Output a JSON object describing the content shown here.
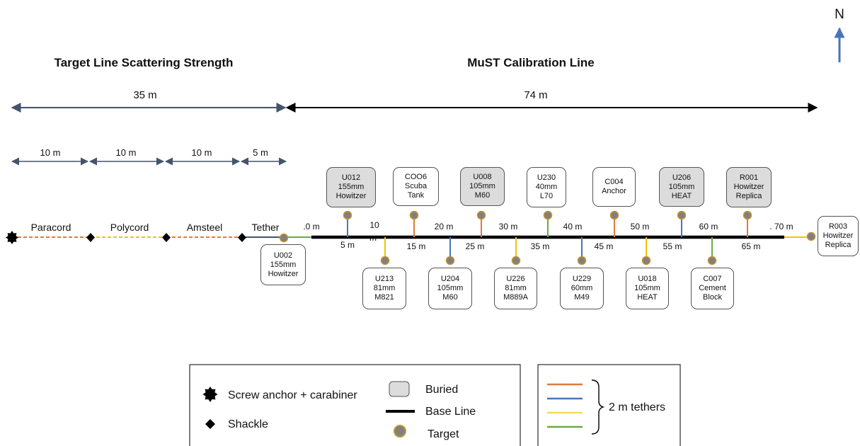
{
  "north_label": "N",
  "sections": [
    {
      "title": "Target Line Scattering Strength",
      "length": "35 m"
    },
    {
      "title": "MuST Calibration  Line",
      "length": "74 m"
    }
  ],
  "segment_lengths": [
    "10 m",
    "10 m",
    "10 m",
    "5 m"
  ],
  "line_segments": [
    "Paracord",
    "Polycord",
    "Amsteel",
    "Tether"
  ],
  "distance_labels_top": [
    ".0 m",
    "10",
    "20 m",
    "30 m",
    "40 m",
    "50 m",
    "60 m",
    ". 70 m"
  ],
  "distance_labels_bottom": [
    "5 m",
    "15 m",
    "25 m",
    "35 m",
    "45 m",
    "55 m",
    "65 m"
  ],
  "stray_label": "m",
  "targets_top": [
    {
      "lines": [
        "U012",
        "155mm",
        "Howitzer"
      ],
      "buried": true,
      "tether": "#4a74b8"
    },
    {
      "lines": [
        "COO6",
        "Scuba",
        "Tank"
      ],
      "buried": false,
      "tether": "#e07b39"
    },
    {
      "lines": [
        "U008",
        "105mm",
        "M60"
      ],
      "buried": true,
      "tether": "#e07b39"
    },
    {
      "lines": [
        "U230",
        "40mm",
        "L70"
      ],
      "buried": false,
      "tether": "#6aaa45"
    },
    {
      "lines": [
        "C004",
        "Anchor"
      ],
      "buried": false,
      "tether": "#e07b39"
    },
    {
      "lines": [
        "U206",
        "105mm",
        "HEAT"
      ],
      "buried": true,
      "tether": "#4a74b8"
    },
    {
      "lines": [
        "R001",
        "Howitzer",
        "Replica"
      ],
      "buried": true,
      "tether": "#e07b39"
    }
  ],
  "targets_bottom": [
    {
      "lines": [
        "U213",
        "81mm",
        "M821"
      ],
      "buried": false,
      "tether": "#f2c500"
    },
    {
      "lines": [
        "U204",
        "105mm",
        "M60"
      ],
      "buried": false,
      "tether": "#4a74b8"
    },
    {
      "lines": [
        "U226",
        "81mm",
        "M889A"
      ],
      "buried": false,
      "tether": "#f2c500"
    },
    {
      "lines": [
        "U229",
        "60mm",
        "M49"
      ],
      "buried": false,
      "tether": "#4a74b8"
    },
    {
      "lines": [
        "U018",
        "105mm",
        "HEAT"
      ],
      "buried": false,
      "tether": "#f2c500"
    },
    {
      "lines": [
        "C007",
        "Cement",
        "Block"
      ],
      "buried": false,
      "tether": "#6aaa45"
    }
  ],
  "end_targets": [
    {
      "lines": [
        "U002",
        "155mm",
        "Howitzer"
      ],
      "buried": false
    },
    {
      "lines": [
        "R003",
        "Howitzer",
        "Replica"
      ],
      "buried": false
    }
  ],
  "legend": {
    "screw_anchor": "Screw anchor + carabiner",
    "shackle": "Shackle",
    "buried": "Buried",
    "base_line": "Base Line",
    "target": "Target",
    "tethers": "2 m tethers",
    "tether_colors": [
      "#e07b39",
      "#4a74b8",
      "#f7da5a",
      "#6aaa45"
    ]
  },
  "colors": {
    "orange": "#e07b39",
    "yellow": "#f2c500",
    "blue": "#4a74b8",
    "green": "#6aaa45",
    "dark_slate": "#44546a",
    "target_fill": "#808080",
    "target_ring": "#c8952a",
    "buried_fill": "#dcdcdc"
  }
}
